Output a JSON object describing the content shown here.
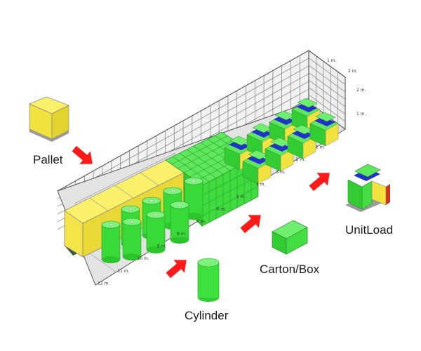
{
  "labels": {
    "pallet": "Pallet",
    "unitload": "UnitLoad",
    "carton": "Carton/Box",
    "cylinder": "Cylinder"
  },
  "ticks": {
    "floor": [
      "1 m.",
      "2 m.",
      "3 m.",
      "4 m.",
      "5 m.",
      "6 m.",
      "7 m.",
      "8 m.",
      "9 m.",
      "10 m.",
      "11 m.",
      "12 m."
    ],
    "back_width": [
      "1 m.",
      "2 m."
    ],
    "back_height": [
      "2 m.",
      "1 m."
    ]
  },
  "colors": {
    "pallet": "#f2e63a",
    "carton": "#3fe23f",
    "cylinder": "#33dd33",
    "unitload_stripe": "#2233cc",
    "arrow": "#ff1a1a",
    "wall_grid": "#6e7070",
    "floor": "#dcdcdc"
  },
  "icons": {
    "arrow": "red-arrow-icon",
    "pallet": "pallet-cube-icon",
    "carton": "carton-box-icon",
    "cylinder": "cylinder-icon",
    "unitload": "unitload-stack-icon"
  }
}
